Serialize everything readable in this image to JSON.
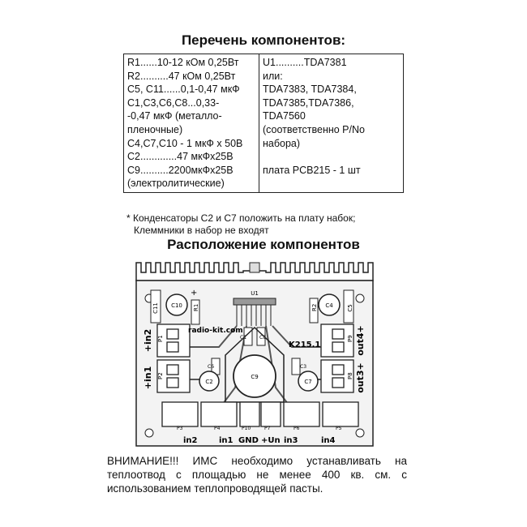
{
  "title_components": "Перечень компонентов:",
  "left_column": [
    "R1......10-12 кОм 0,25Вт",
    "R2..........47 кОм 0,25Вт",
    "C5, C11......0,1-0,47 мкФ",
    "C1,C3,C6,C8...0,33-",
    "-0,47 мкФ (металло-",
    "пленочные)",
    "C4,C7,C10 - 1 мкФ x 50В",
    "C2.............47 мкФx25В",
    "C9..........2200мкФx25В",
    "(электролитические)"
  ],
  "right_column": [
    "U1..........TDA7381",
    "или:",
    "TDA7383, TDA7384,",
    "TDA7385,TDA7386,",
    "TDA7560",
    "(соответственно P/No",
    "набора)",
    "",
    "плата PCB215 - 1 шт"
  ],
  "note": [
    "* Конденсаторы С2 и С7 положить на плату набок;",
    "Клеммники в набор не входят"
  ],
  "title_layout": "Расположение компонентов",
  "board": {
    "brand": "radio-kit.com",
    "model": "K215.1",
    "chip": "U1",
    "parts": [
      "C11",
      "C10",
      "R1",
      "R2",
      "C4",
      "C5",
      "P1",
      "P2",
      "P9",
      "P8",
      "C1",
      "C8",
      "C6",
      "C3",
      "C9",
      "C7",
      "C2",
      "P3",
      "P4",
      "P10",
      "P7",
      "P6",
      "P5"
    ],
    "labels_left": [
      "+in2",
      "+in1"
    ],
    "labels_right": [
      "out4+",
      "out3+"
    ],
    "bottom_labels": [
      "in2",
      "in1",
      "GND",
      "+Un",
      "in3",
      "in4"
    ],
    "plus": "+"
  },
  "warning": [
    "ВНИМАНИЕ!!! ИМС необходимо устанавливать на",
    "теплоотвод с площадью не менее 400 кв. см. с",
    "использованием теплопроводящей пасты."
  ]
}
